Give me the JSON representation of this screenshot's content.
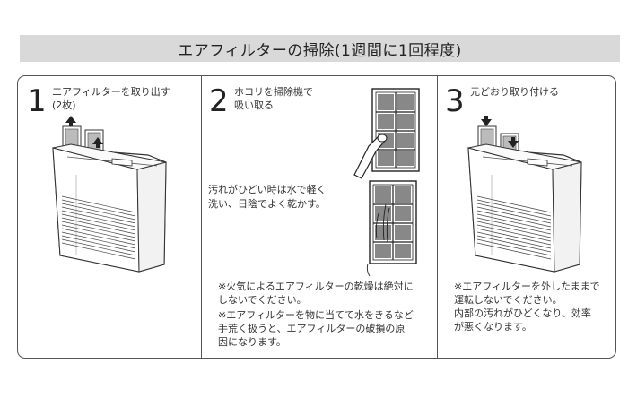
{
  "title": "エアフィルターの掃除(1週間に1回程度)",
  "steps": [
    {
      "number": "1",
      "heading": "エアフィルターを取り出す",
      "subheading": "(2枚)"
    },
    {
      "number": "2",
      "heading_line1": "ホコリを掃除機で",
      "heading_line2": "吸い取る",
      "wash_line1": "汚れがひどい時は水で軽く",
      "wash_line2": "洗い、日陰でよく乾かす。",
      "note1_line1": "※火気によるエアフィルターの乾燥は絶対に",
      "note1_line2": "しないでください。",
      "note2_line1": "※エアフィルターを物に当てて水をきるなど",
      "note2_line2": "手荒く扱うと、エアフィルターの破損の原",
      "note2_line3": "因になります。"
    },
    {
      "number": "3",
      "heading": "元どおり取り付ける",
      "note_line1": "※エアフィルターを外したままで",
      "note_line2": "運転しないでください。",
      "note_line3": "内部の汚れがひどくなり、効率",
      "note_line4": "が悪くなります。"
    }
  ]
}
